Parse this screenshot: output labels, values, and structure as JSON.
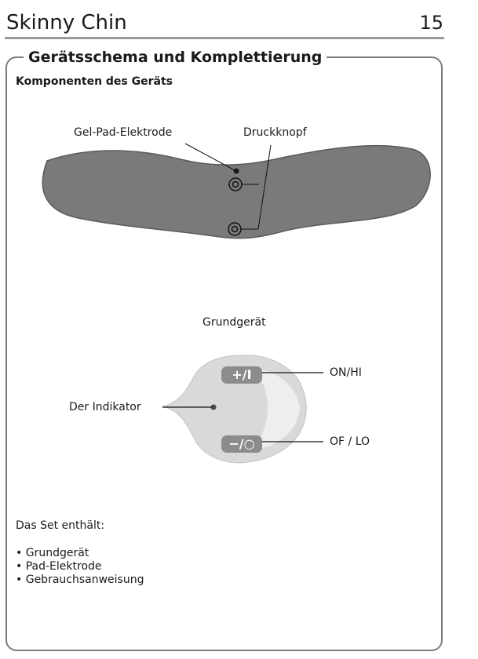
{
  "header": {
    "title": "Skinny Chin",
    "page_number": "15"
  },
  "section": {
    "title": "Gerätsschema und Komplettierung",
    "subtitle": "Komponenten des Geräts"
  },
  "pad_labels": {
    "electrode": "Gel-Pad-Elektrode",
    "button": "Druckknopf"
  },
  "device": {
    "label": "Grundgerät",
    "indicator": "Der Indikator",
    "btn_plus": "+/I",
    "btn_minus": "−/○",
    "on_label": "ON/HI",
    "off_label": "OF / LO"
  },
  "set": {
    "label": "Das Set enthält:",
    "items": [
      "Grundgerät",
      "Pad-Elektrode",
      "Gebrauchsanweisung"
    ]
  }
}
